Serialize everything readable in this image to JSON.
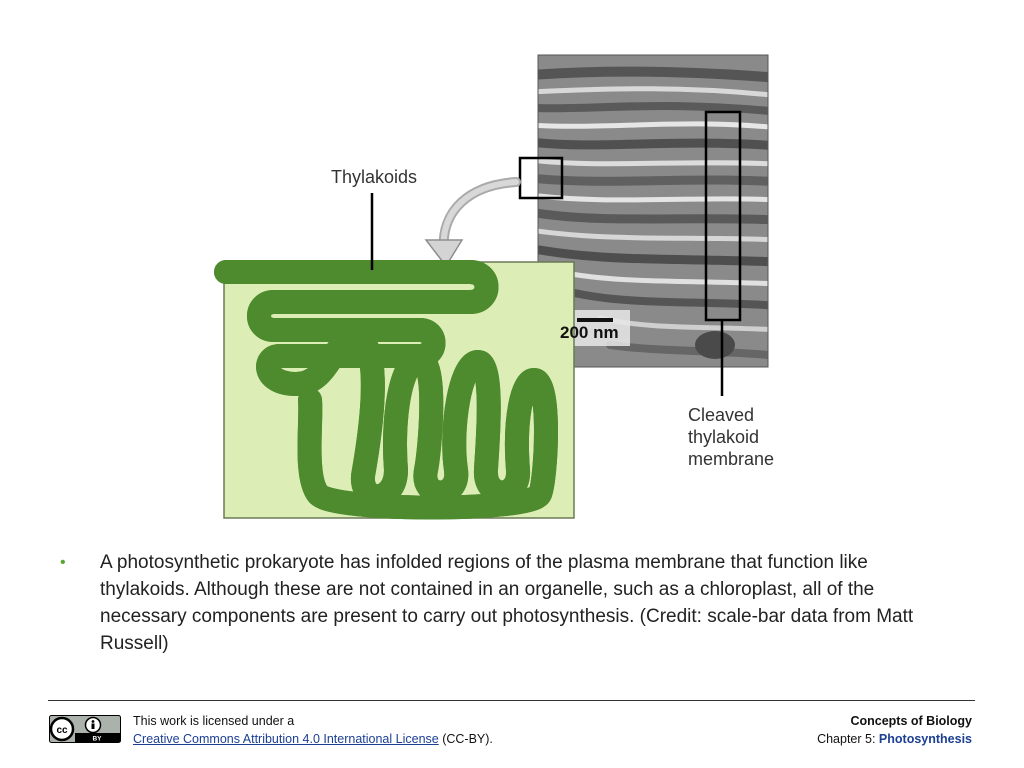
{
  "figure": {
    "label_thylakoids": "Thylakoids",
    "label_cleaved": [
      "Cleaved",
      "thylakoid",
      "membrane"
    ],
    "scale_bar": "200 nm"
  },
  "caption": {
    "bullet": "•",
    "text": "A photosynthetic prokaryote has infolded regions of the plasma membrane that function like thylakoids. Although these are not contained in an organelle, such as a chloroplast, all of the necessary components are present to carry out photosynthesis. (Credit: scale-bar data from Matt Russell)"
  },
  "footer": {
    "license_prefix": "This work is licensed under a",
    "license_link": "Creative Commons Attribution 4.0 International License",
    "license_suffix": "(CC-BY).",
    "badge_text": "BY",
    "book_title": "Concepts of Biology",
    "chapter_prefix": "Chapter 5:",
    "chapter_name": "Photosynthesis"
  },
  "colors": {
    "cell_fill": "#dcedb5",
    "membrane_green": "#6aa641",
    "membrane_outline": "#4e8a2e",
    "bullet_green": "#5aa531",
    "link_blue": "#1c3f94"
  }
}
